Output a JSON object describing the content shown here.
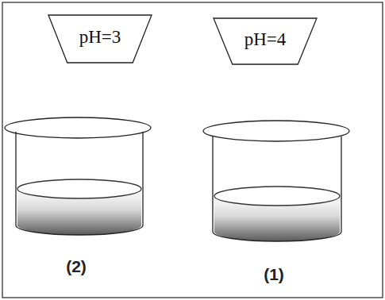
{
  "diagram": {
    "nodes": [
      {
        "text": [
          "pH=3"
        ]
      },
      {
        "text": [
          "pH=4"
        ]
      }
    ],
    "labels": [
      "(2)",
      "(1)"
    ]
  }
}
